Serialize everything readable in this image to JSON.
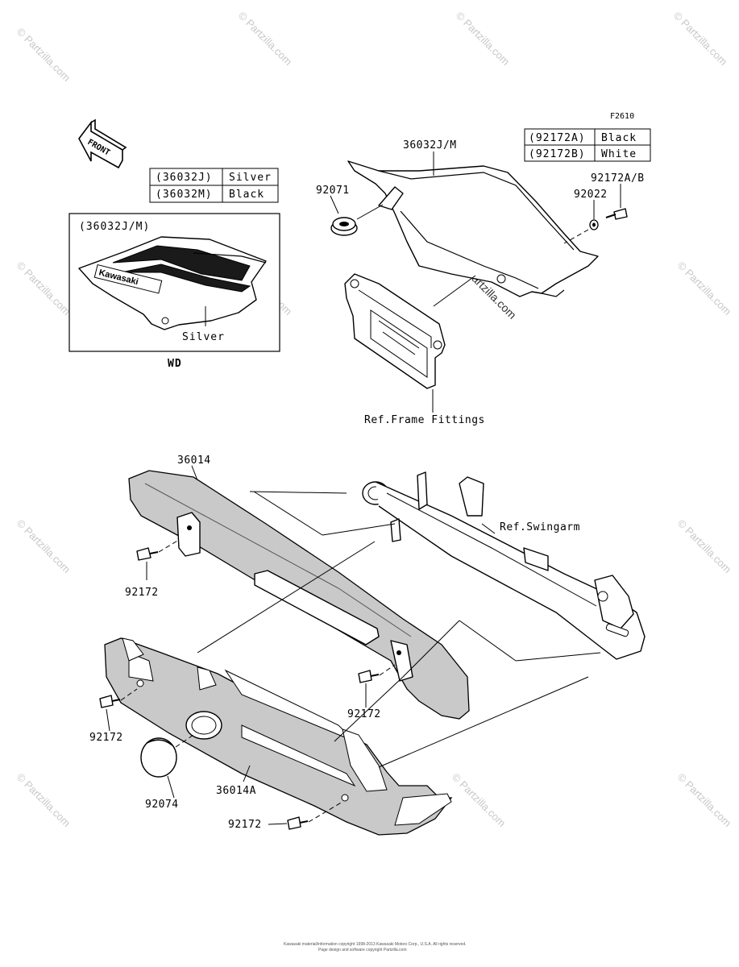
{
  "figure_code": "F2610",
  "front_label": "FRONT",
  "watermark": "© Partzilla.com",
  "table_36032": [
    {
      "part": "(36032J)",
      "color": "Silver"
    },
    {
      "part": "(36032M)",
      "color": "Black"
    }
  ],
  "table_92172": [
    {
      "part": "(92172A)",
      "color": "Black"
    },
    {
      "part": "(92172B)",
      "color": "White"
    }
  ],
  "inset": {
    "title": "(36032J/M)",
    "brand": "Kawasaki",
    "color_label": "Silver",
    "caption": "WD"
  },
  "callouts": {
    "c36032jm": "36032J/M",
    "c92071": "92071",
    "c92022": "92022",
    "c92172ab": "92172A/B",
    "ref_frame": "Ref.Frame Fittings",
    "c36014": "36014",
    "ref_swingarm": "Ref.Swingarm",
    "c92172_a": "92172",
    "c92172_b": "92172",
    "c92172_c": "92172",
    "c92172_d": "92172",
    "c92074": "92074",
    "c36014a": "36014A"
  },
  "footer": {
    "line1": "Kawasaki material/information copyright 1998-2013 Kawasaki Motors Corp., U.S.A. All rights reserved.",
    "line2": "Page design and software copyright Partzilla.com"
  }
}
